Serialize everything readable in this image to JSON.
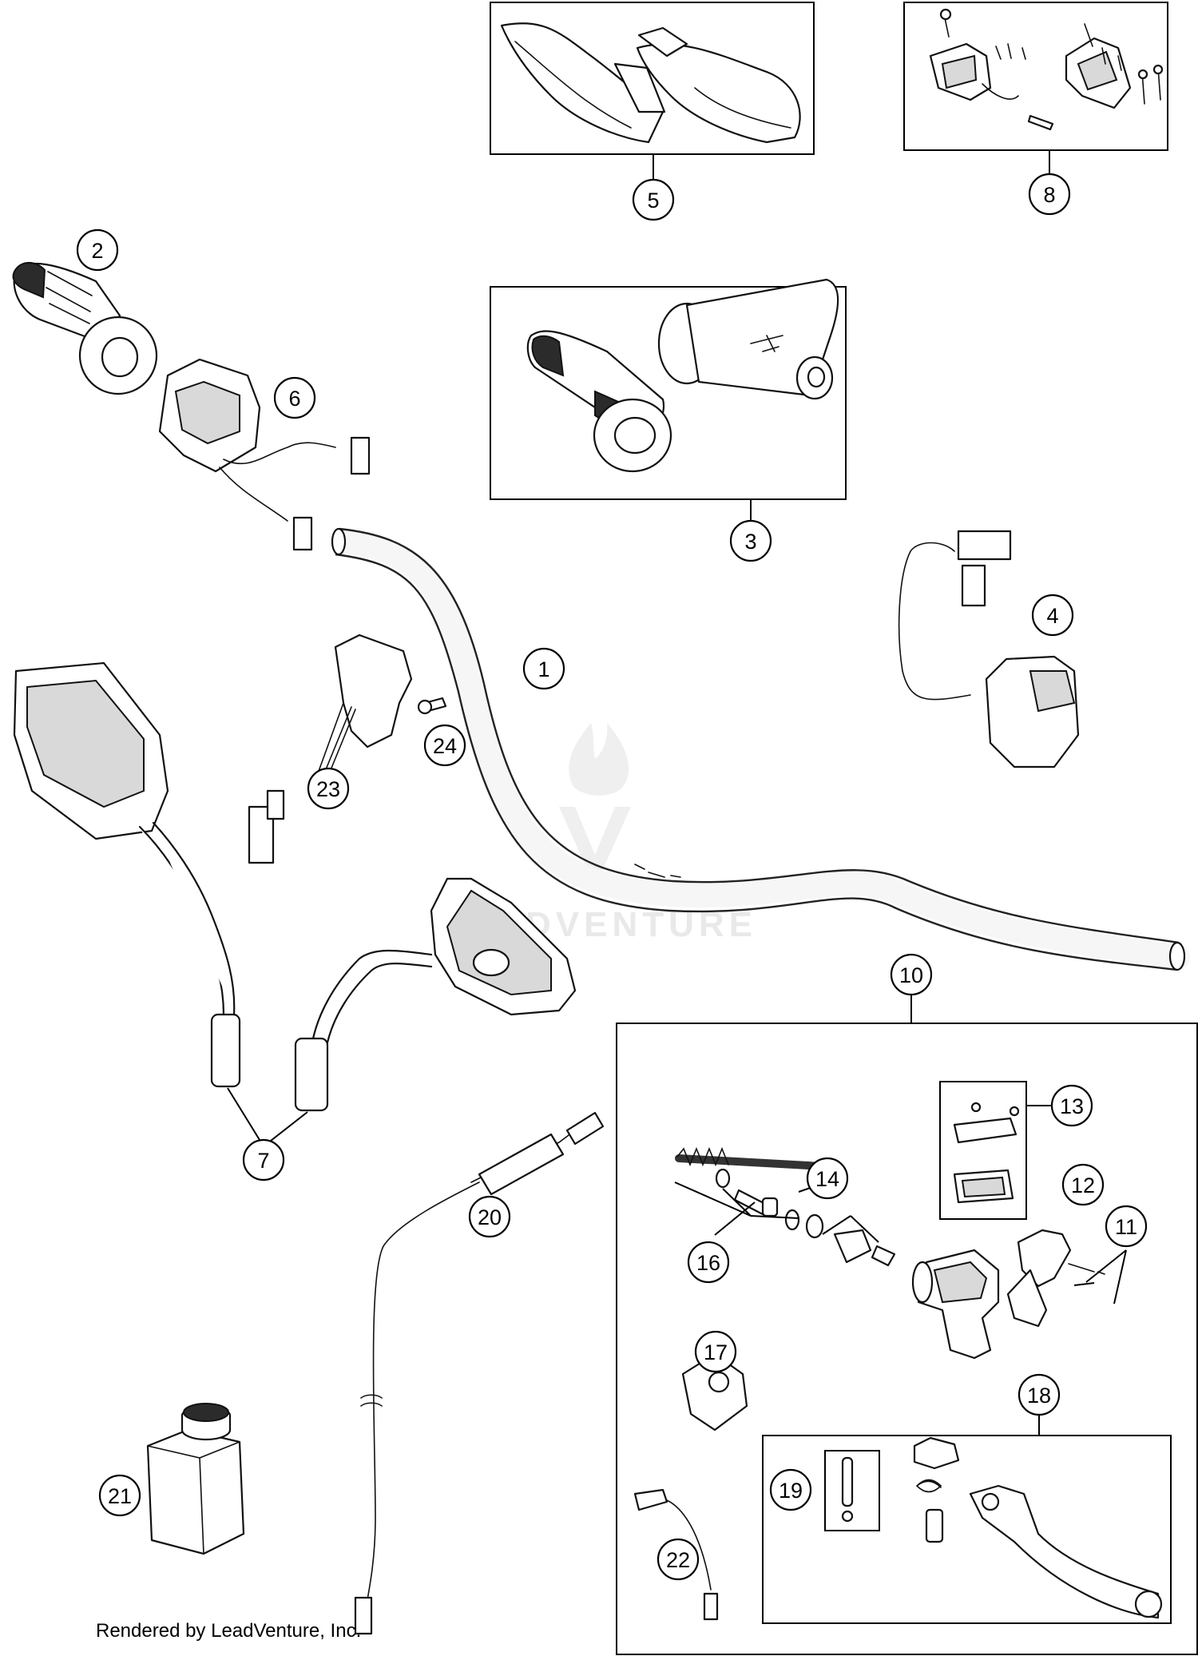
{
  "diagram": {
    "callouts": [
      {
        "id": "1",
        "label": "1"
      },
      {
        "id": "2",
        "label": "2"
      },
      {
        "id": "3",
        "label": "3"
      },
      {
        "id": "4",
        "label": "4"
      },
      {
        "id": "5",
        "label": "5"
      },
      {
        "id": "6",
        "label": "6"
      },
      {
        "id": "7",
        "label": "7"
      },
      {
        "id": "8",
        "label": "8"
      },
      {
        "id": "10",
        "label": "10"
      },
      {
        "id": "11",
        "label": "11"
      },
      {
        "id": "12",
        "label": "12"
      },
      {
        "id": "13",
        "label": "13"
      },
      {
        "id": "14",
        "label": "14"
      },
      {
        "id": "16",
        "label": "16"
      },
      {
        "id": "17",
        "label": "17"
      },
      {
        "id": "18",
        "label": "18"
      },
      {
        "id": "19",
        "label": "19"
      },
      {
        "id": "20",
        "label": "20"
      },
      {
        "id": "21",
        "label": "21"
      },
      {
        "id": "22",
        "label": "22"
      },
      {
        "id": "23",
        "label": "23"
      },
      {
        "id": "24",
        "label": "24"
      }
    ],
    "watermark": "LEADVENTURE",
    "footer": "Rendered by LeadVenture, Inc."
  }
}
